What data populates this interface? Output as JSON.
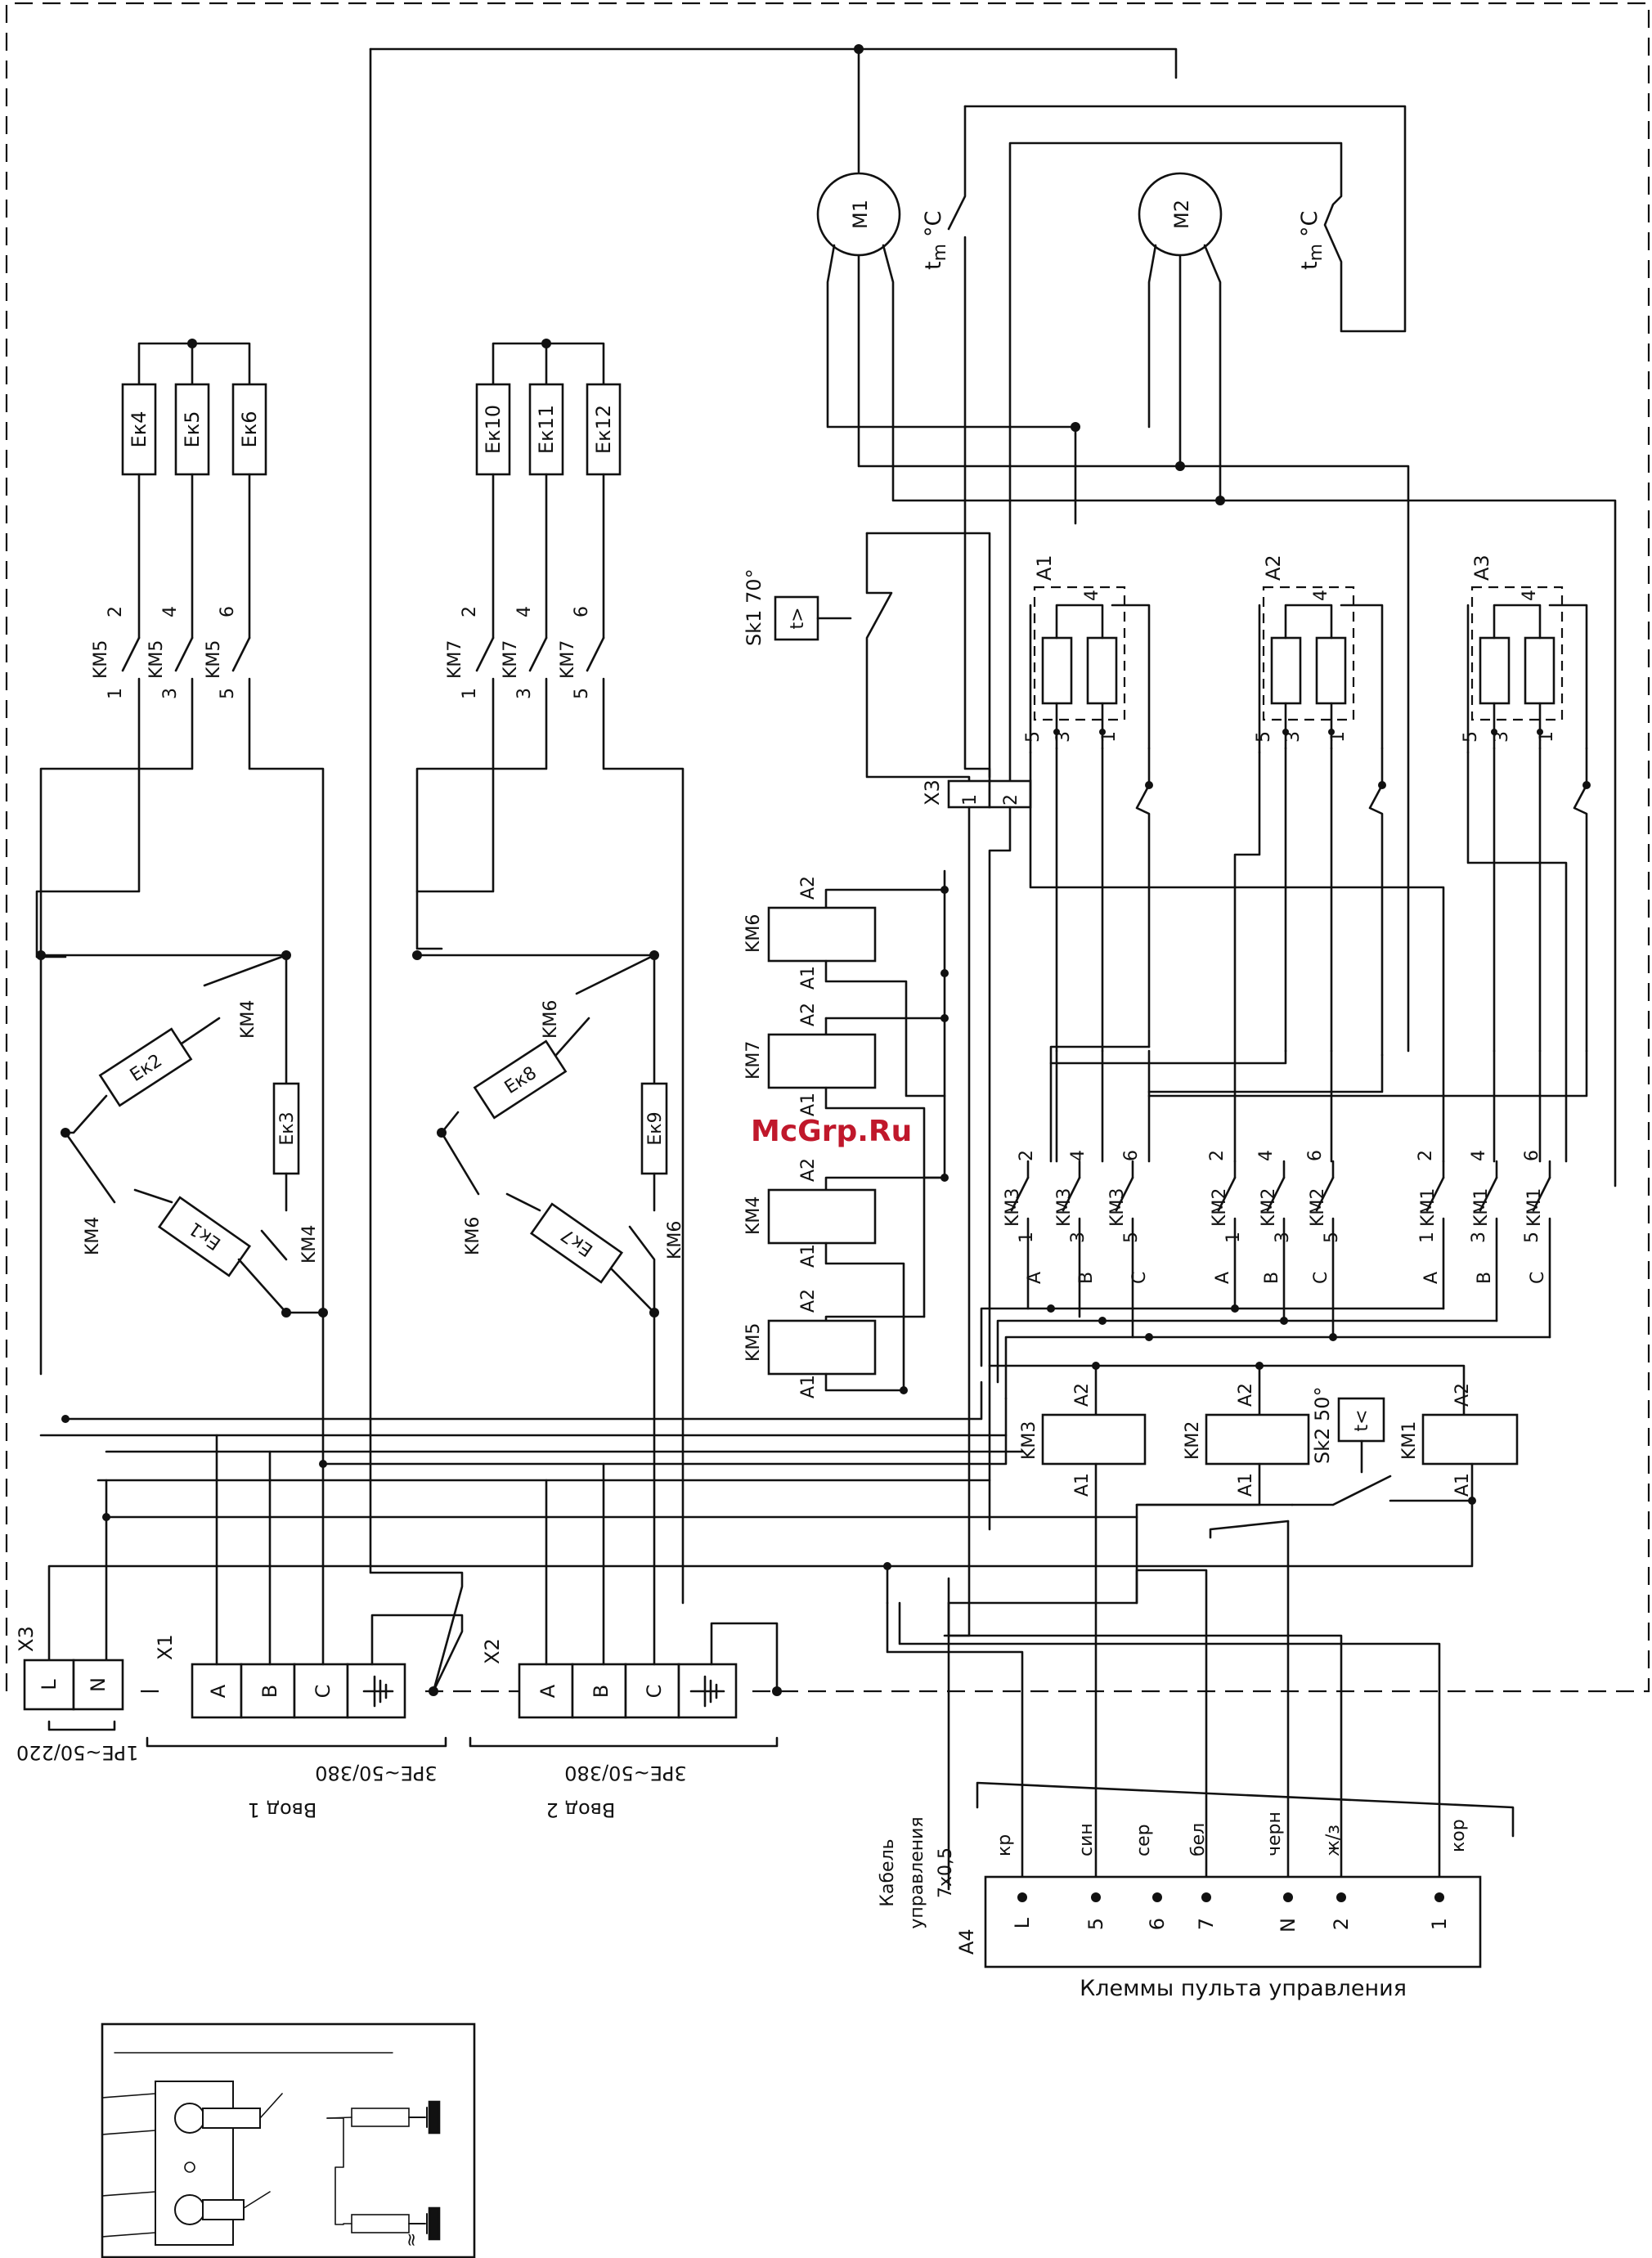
{
  "watermark": "McGrp.Ru",
  "heaters": {
    "ek4": "Eк4",
    "ek5": "Eк5",
    "ek6": "Eк6",
    "ek10": "Eк10",
    "ek11": "Eк11",
    "ek12": "Eк12",
    "ek1": "Eк1",
    "ek2": "Eк2",
    "ek3": "Eк3",
    "ek7": "Eк7",
    "ek8": "Eк8",
    "ek9": "Eк9"
  },
  "contactors": {
    "km1": "KM1",
    "km2": "KM2",
    "km3": "KM3",
    "km4": "KM4",
    "km5": "KM5",
    "km6": "KM6",
    "km7": "KM7"
  },
  "motors": {
    "m1": "M1",
    "m2": "M2"
  },
  "thermostats": {
    "tm": "t",
    "tm_sub": "m",
    "tm_unit": "°C",
    "sk1": "Sk1 70°",
    "sk2": "Sk2 50°",
    "sym_gt": "t>",
    "sym_lt": "t<"
  },
  "blocks": {
    "a1": "A1",
    "a2": "A2",
    "a3": "A3",
    "a4": "A4"
  },
  "pins": {
    "p1": "1",
    "p2": "2",
    "p3": "3",
    "p4": "4",
    "p5": "5",
    "p6": "6",
    "p7": "7",
    "coil_a1": "A1",
    "coil_a2": "A2",
    "ph_a": "A",
    "ph_b": "B",
    "ph_c": "C",
    "l": "L",
    "n": "N"
  },
  "terminals": {
    "x1": "X1",
    "x2": "X2",
    "x3": "X3"
  },
  "inputs": {
    "supply_1ph": "1PE~50/220",
    "supply_3ph_1": "3PE~50/380",
    "supply_3ph_2": "3PE~50/380",
    "input_1": "Ввод 1",
    "input_2": "Ввод 2"
  },
  "cable": {
    "line1": "Кабель",
    "line2": "управления",
    "line3": "7x0,5",
    "wires": [
      "кр",
      "син",
      "сер",
      "бел",
      "черн",
      "ж/з",
      "кор"
    ],
    "panel_pins": [
      "L",
      "5",
      "6",
      "7",
      "N",
      "2",
      "1"
    ],
    "panel_label": "Клеммы пульта управления"
  },
  "inset": {
    "approx_sign": "≈"
  }
}
